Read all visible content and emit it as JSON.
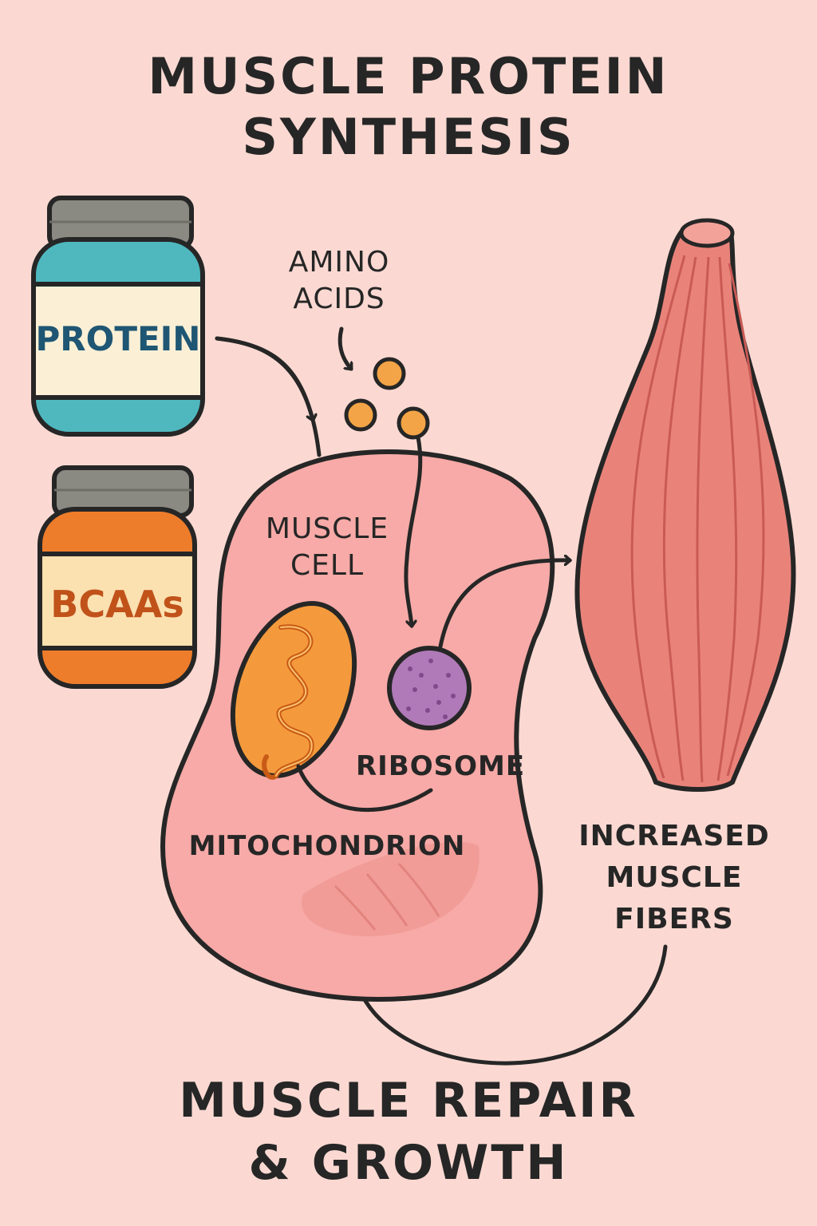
{
  "title": {
    "line1": "MUSCLE PROTEIN",
    "line2": "SYNTHESIS"
  },
  "jars": {
    "protein": {
      "label": "PROTEIN",
      "body_color": "#4fb8bf",
      "label_text_color": "#1f5673"
    },
    "bcaas": {
      "label": "BCAAs",
      "body_color": "#ee7d2b",
      "label_text_color": "#c0521a"
    }
  },
  "labels": {
    "amino_acids": {
      "line1": "AMINO",
      "line2": "ACIDS"
    },
    "muscle_cell": {
      "line1": "MUSCLE",
      "line2": "CELL"
    },
    "ribosome": "RIBOSOME",
    "mitochondrion": "MITOCHONDRION",
    "increased_fibers": {
      "line1": "INCREASED",
      "line2": "MUSCLE",
      "line3": "FIBERS"
    }
  },
  "footer": {
    "line1": "MUSCLE REPAIR",
    "line2": "& GROWTH"
  },
  "colors": {
    "background": "#fbd9d2",
    "cell": "#f7aaa7",
    "mitochondrion": "#f49a3c",
    "ribosome": "#b07ab8",
    "muscle": "#e9837a",
    "amino_acid": "#f3a446",
    "outline": "#262626"
  }
}
